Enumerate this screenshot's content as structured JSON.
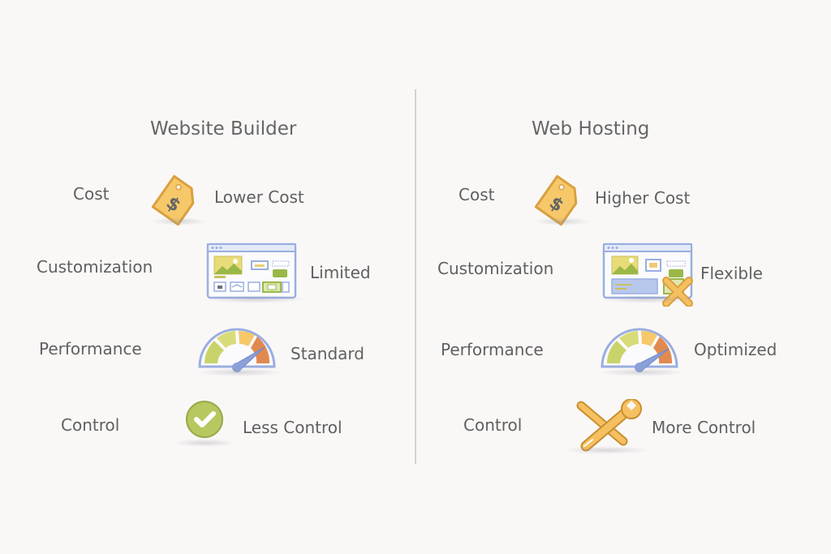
{
  "colors": {
    "background": "#faf8f7",
    "divider": "#d3d1d3",
    "text": "#606060",
    "tag_fill": "#f6c86a",
    "tag_stroke": "#d9a040",
    "browser_stroke": "#9aaee0",
    "gauge_green": "#c8d46a",
    "gauge_yellow": "#f6c86a",
    "gauge_orange": "#e08a50",
    "gauge_needle": "#8aa0d8",
    "check_fill": "#b8c860",
    "tools_fill": "#f6c060"
  },
  "left": {
    "title": "Website Builder",
    "rows": [
      {
        "criterion": "Cost",
        "icon": "price-tag-icon",
        "value": "Lower Cost"
      },
      {
        "criterion": "Customization",
        "icon": "website-layout-icon",
        "value": "Limited"
      },
      {
        "criterion": "Performance",
        "icon": "speedometer-icon",
        "value": "Standard"
      },
      {
        "criterion": "Control",
        "icon": "checkmark-icon",
        "value": "Less Control"
      }
    ]
  },
  "right": {
    "title": "Web Hosting",
    "rows": [
      {
        "criterion": "Cost",
        "icon": "price-tag-icon",
        "value": "Higher Cost"
      },
      {
        "criterion": "Customization",
        "icon": "website-layout-tools-icon",
        "value": "Flexible"
      },
      {
        "criterion": "Performance",
        "icon": "speedometer-icon",
        "value": "Optimized"
      },
      {
        "criterion": "Control",
        "icon": "wrench-screwdriver-icon",
        "value": "More Control"
      }
    ]
  }
}
